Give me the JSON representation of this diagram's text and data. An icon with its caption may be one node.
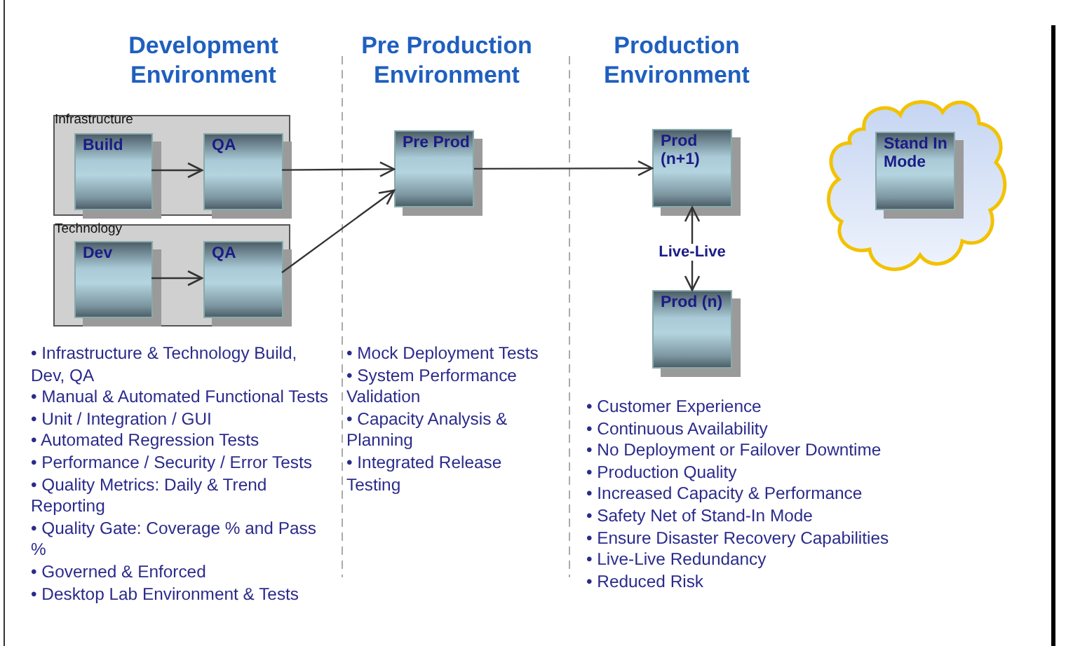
{
  "diagram": {
    "nodes": [
      {
        "text": [
          "Infrastructure"
        ]
      },
      {
        "text": [
          "Build"
        ],
        "in": 0
      },
      {
        "text": [
          "QA"
        ],
        "in": 0
      },
      {
        "text": [
          "Technology"
        ]
      },
      {
        "text": [
          "Dev"
        ],
        "in": 3
      },
      {
        "text": [
          "QA"
        ],
        "in": 3
      },
      {
        "text": [
          "Pre Prod"
        ]
      },
      {
        "text": [
          "Prod (n+1)"
        ]
      },
      {
        "text": [
          "Prod (n)"
        ]
      },
      {
        "text": [],
        "shape": "cloud"
      },
      {
        "text": [
          "Stand In Mode"
        ],
        "in": 9
      }
    ],
    "edges": [
      {
        "from": 1,
        "to": 2,
        "arrow": "to"
      },
      {
        "from": 4,
        "to": 5,
        "arrow": "to"
      },
      {
        "from": 2,
        "to": 6,
        "arrow": "to"
      },
      {
        "from": 5,
        "to": 6,
        "arrow": "to"
      },
      {
        "from": 6,
        "to": 7,
        "arrow": "to"
      },
      {
        "from": 7,
        "to": 8,
        "arrow": "both",
        "label": "Live-Live"
      }
    ],
    "labels": [
      "Development Environment",
      "Pre Production Environment",
      "Production Environment",
      "• Infrastructure & Technology Build, Dev, QA",
      "• Manual & Automated Functional Tests",
      "• Unit / Integration / GUI",
      "• Automated Regression Tests",
      "• Performance / Security / Error Tests",
      "• Quality Metrics: Daily & Trend Reporting",
      "• Quality Gate: Coverage % and Pass %",
      "• Governed & Enforced",
      "• Desktop Lab Environment & Tests",
      "• Mock Deployment Tests",
      "• System Performance Validation",
      "• Capacity Analysis & Planning",
      "• Integrated Release Testing",
      "• Customer Experience",
      "• Continuous Availability",
      "• No Deployment or Failover Downtime",
      "• Production Quality",
      "• Increased Capacity & Performance",
      "• Safety Net of Stand-In Mode",
      "• Ensure Disaster Recovery Capabilities",
      "• Live-Live Redundancy",
      "• Reduced Risk"
    ]
  }
}
